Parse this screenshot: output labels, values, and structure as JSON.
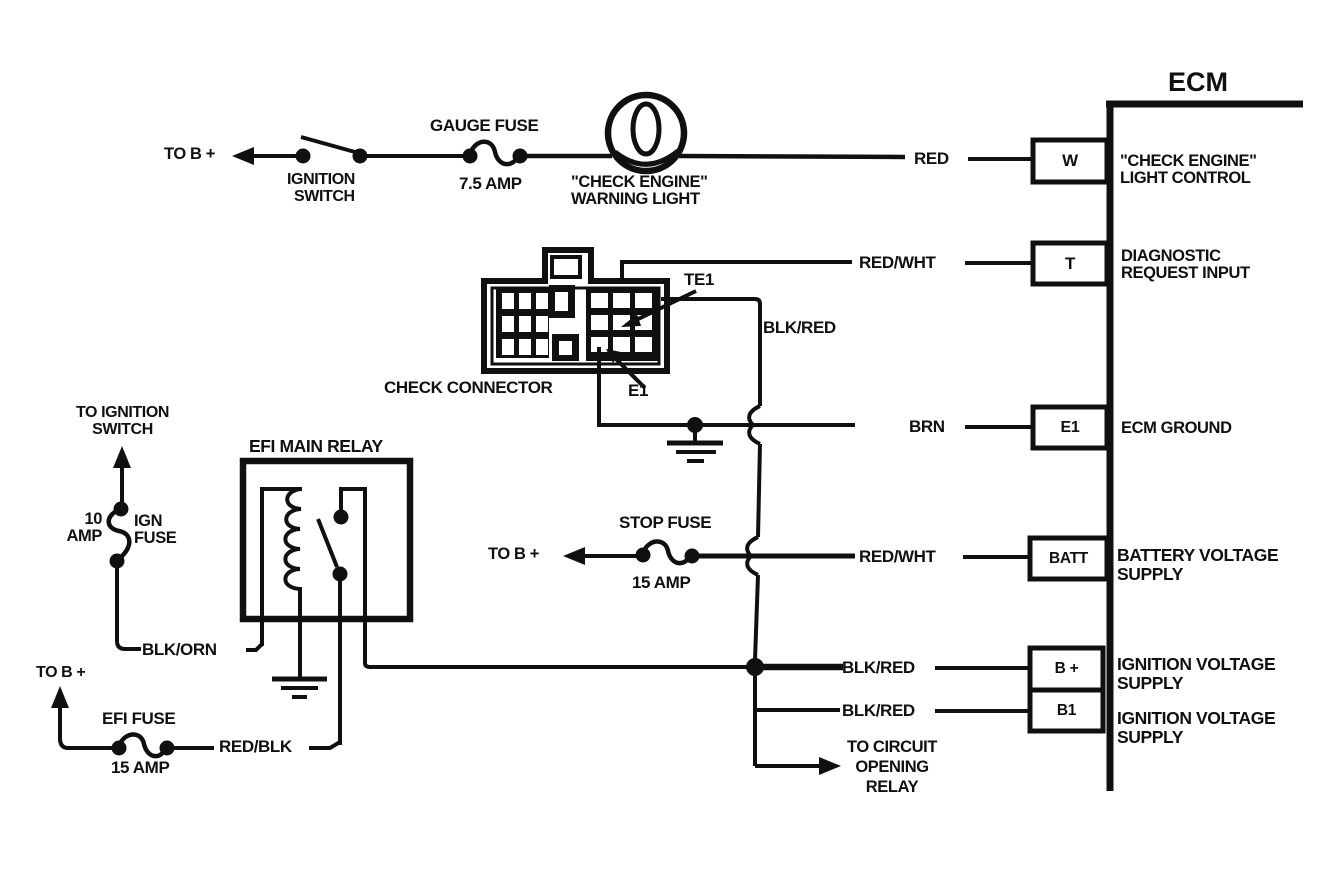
{
  "colors": {
    "ink": "#101010",
    "paper": "#ffffff"
  },
  "ecm": {
    "title": "ECM",
    "terminals": [
      {
        "pin": "W",
        "wire": "RED",
        "desc1": "\"CHECK ENGINE\"",
        "desc2": "LIGHT CONTROL"
      },
      {
        "pin": "T",
        "wire": "RED/WHT",
        "desc1": "DIAGNOSTIC",
        "desc2": "REQUEST INPUT"
      },
      {
        "pin": "E1",
        "wire": "BRN",
        "desc1": "ECM GROUND",
        "desc2": ""
      },
      {
        "pin": "BATT",
        "wire": "RED/WHT",
        "desc1": "BATTERY VOLTAGE",
        "desc2": "SUPPLY"
      },
      {
        "pin": "B +",
        "wire": "BLK/RED",
        "desc1": "IGNITION VOLTAGE",
        "desc2": "SUPPLY"
      },
      {
        "pin": "B1",
        "wire": "BLK/RED",
        "desc1": "IGNITION VOLTAGE",
        "desc2": "SUPPLY"
      }
    ]
  },
  "ignition_circuit": {
    "source": "TO B +",
    "switch1": "IGNITION",
    "switch2": "SWITCH",
    "fuse_name": "GAUGE FUSE",
    "fuse_rating": "7.5 AMP",
    "lamp1": "\"CHECK ENGINE\"",
    "lamp2": "WARNING LIGHT"
  },
  "check_connector": {
    "label": "CHECK CONNECTOR",
    "te1": "TE1",
    "e1": "E1",
    "wire_down": "BLK/RED"
  },
  "ign_fuse": {
    "dest1": "TO IGNITION",
    "dest2": "SWITCH",
    "rating1": "10",
    "rating2": "AMP",
    "name1": "IGN",
    "name2": "FUSE",
    "wire": "BLK/ORN"
  },
  "efi_relay": {
    "label": "EFI MAIN RELAY"
  },
  "stop_fuse": {
    "source": "TO B +",
    "name": "STOP FUSE",
    "rating": "15 AMP"
  },
  "efi_fuse": {
    "source": "TO B +",
    "name": "EFI FUSE",
    "rating": "15 AMP",
    "wire": "RED/BLK"
  },
  "circuit_opening_relay": {
    "line1": "TO CIRCUIT",
    "line2": "OPENING",
    "line3": "RELAY"
  }
}
